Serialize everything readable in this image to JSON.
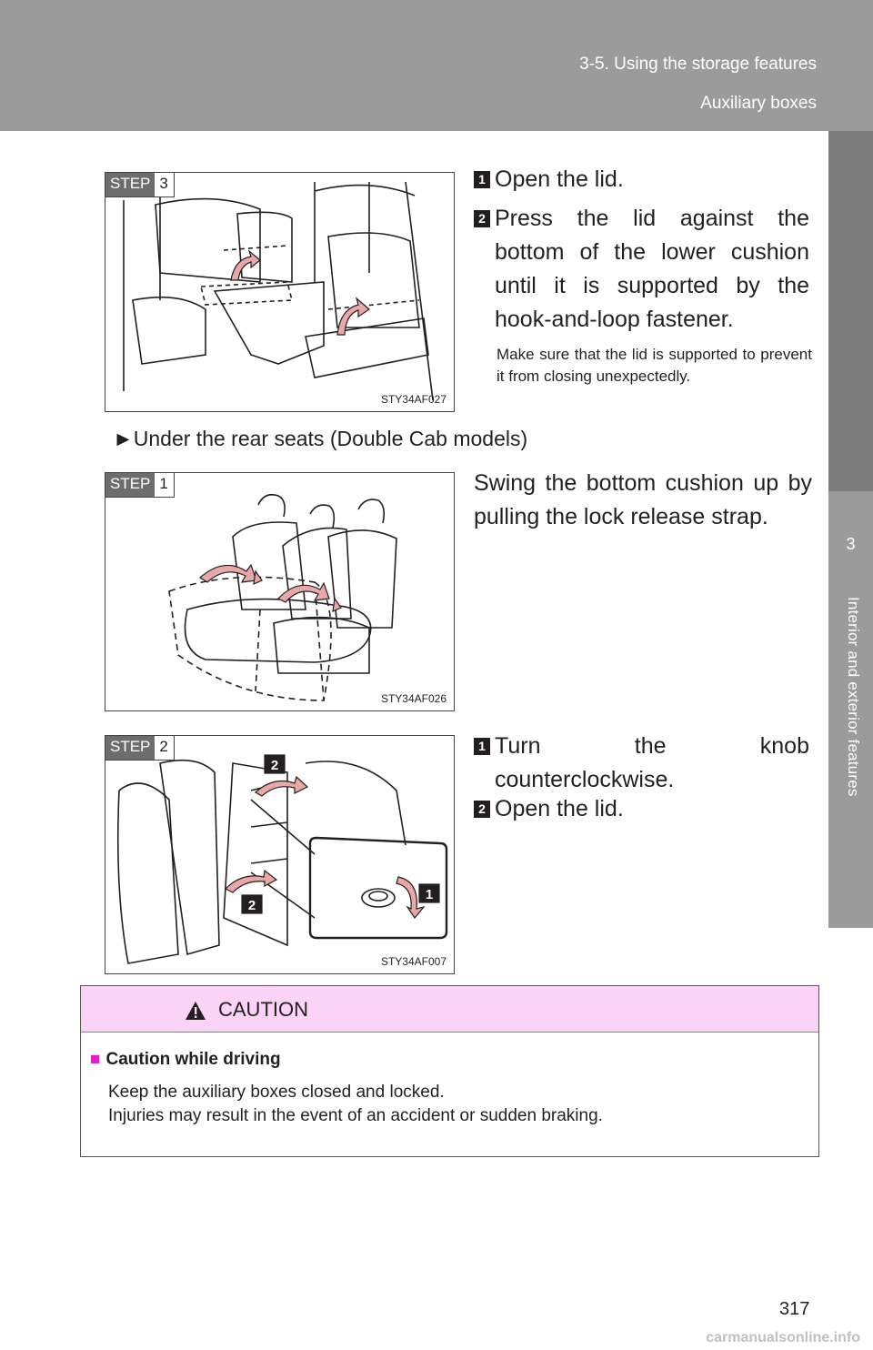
{
  "header": {
    "section": "3-5. Using the storage features",
    "topic": "Auxiliary boxes"
  },
  "sidebar": {
    "chapter_number": "3",
    "chapter_title": "Interior and exterior features"
  },
  "figures": [
    {
      "step_label": "STEP",
      "step_number": "3",
      "code": "STY34AF027"
    },
    {
      "step_label": "STEP",
      "step_number": "1",
      "code": "STY34AF026"
    },
    {
      "step_label": "STEP",
      "step_number": "2",
      "code": "STY34AF007"
    }
  ],
  "step3": {
    "items": [
      {
        "num": "1",
        "text": "Open the lid."
      },
      {
        "num": "2",
        "text": "Press the lid against the bottom of the lower cushion until it is supported by the hook-and-loop fastener."
      }
    ],
    "note": "Make sure that the lid is supported to prevent it from closing unexpectedly."
  },
  "subsection": {
    "marker": "►",
    "title": "Under the rear seats (Double Cab models)"
  },
  "step1": {
    "text": "Swing the bottom cushion up by pulling the lock release strap."
  },
  "step2": {
    "items": [
      {
        "num": "1",
        "text": "Turn the knob counterclockwise."
      },
      {
        "num": "2",
        "text": "Open the lid."
      }
    ]
  },
  "caution": {
    "title": "CAUTION",
    "subtitle_marker": "■",
    "subtitle": "Caution while driving",
    "lines": [
      "Keep the auxiliary boxes closed and locked.",
      "Injuries may result in the event of an accident or sudden braking."
    ]
  },
  "page_number": "317",
  "watermark": "carmanualsonline.info",
  "colors": {
    "header_bg": "#9b9b9b",
    "caution_bg": "#fbd3f7",
    "caution_marker": "#e020c8"
  }
}
